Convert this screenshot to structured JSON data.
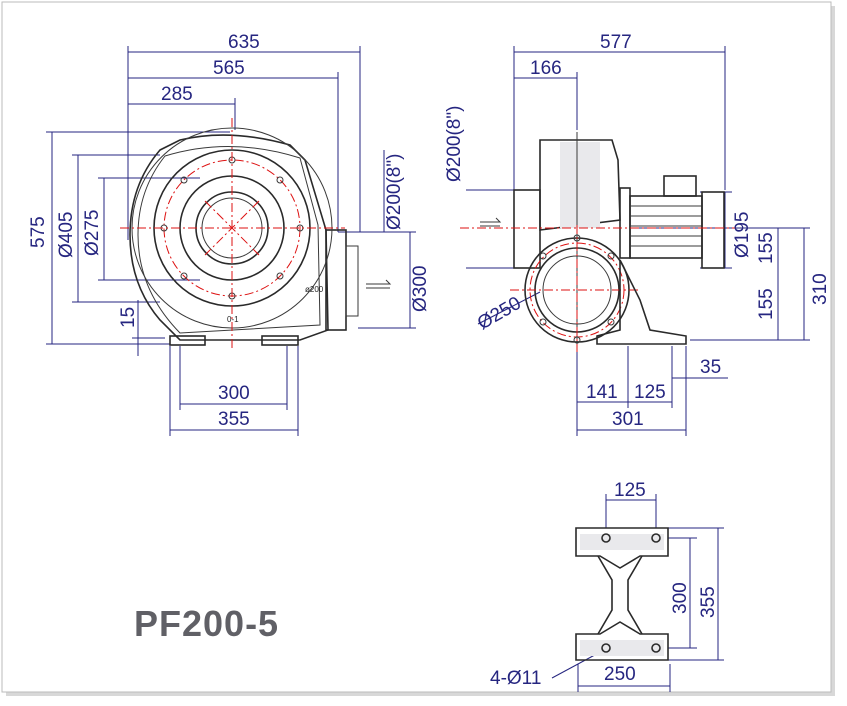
{
  "model": "PF200-5",
  "front_view": {
    "top_dims": [
      "635",
      "565",
      "285"
    ],
    "left_dims": [
      "575",
      "Ø405",
      "Ø275",
      "15"
    ],
    "right_dims": [
      "Ø200(8\")",
      "Ø300"
    ],
    "bottom_dims": [
      "300",
      "355"
    ],
    "inner_labels": [
      "ø200",
      "0-1"
    ]
  },
  "side_view": {
    "top_dims": [
      "577",
      "166"
    ],
    "left_dims": [
      "Ø200(8\")",
      "Ø250"
    ],
    "right_dims": [
      "Ø195",
      "155",
      "155",
      "310"
    ],
    "bottom_dims": [
      "35",
      "141",
      "125",
      "301"
    ]
  },
  "base_view": {
    "dims": [
      "125",
      "300",
      "355",
      "250",
      "4-Ø11"
    ]
  }
}
